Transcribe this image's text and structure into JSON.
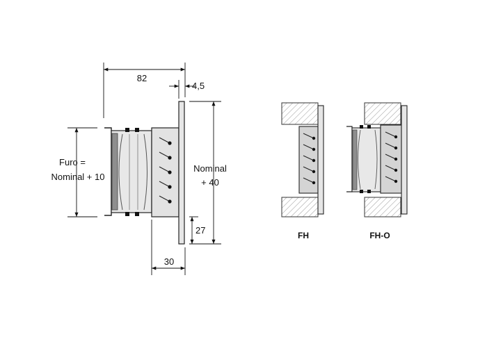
{
  "dimensions": {
    "depth": "82",
    "flange_thickness": "4,5",
    "hole_line1": "Furo =",
    "hole_line2": "Nominal + 10",
    "height_line1": "Nominal",
    "height_line2": "+ 40",
    "bottom_offset": "27",
    "flange_depth": "30"
  },
  "variants": {
    "fh": "FH",
    "fh_o": "FH-O"
  }
}
